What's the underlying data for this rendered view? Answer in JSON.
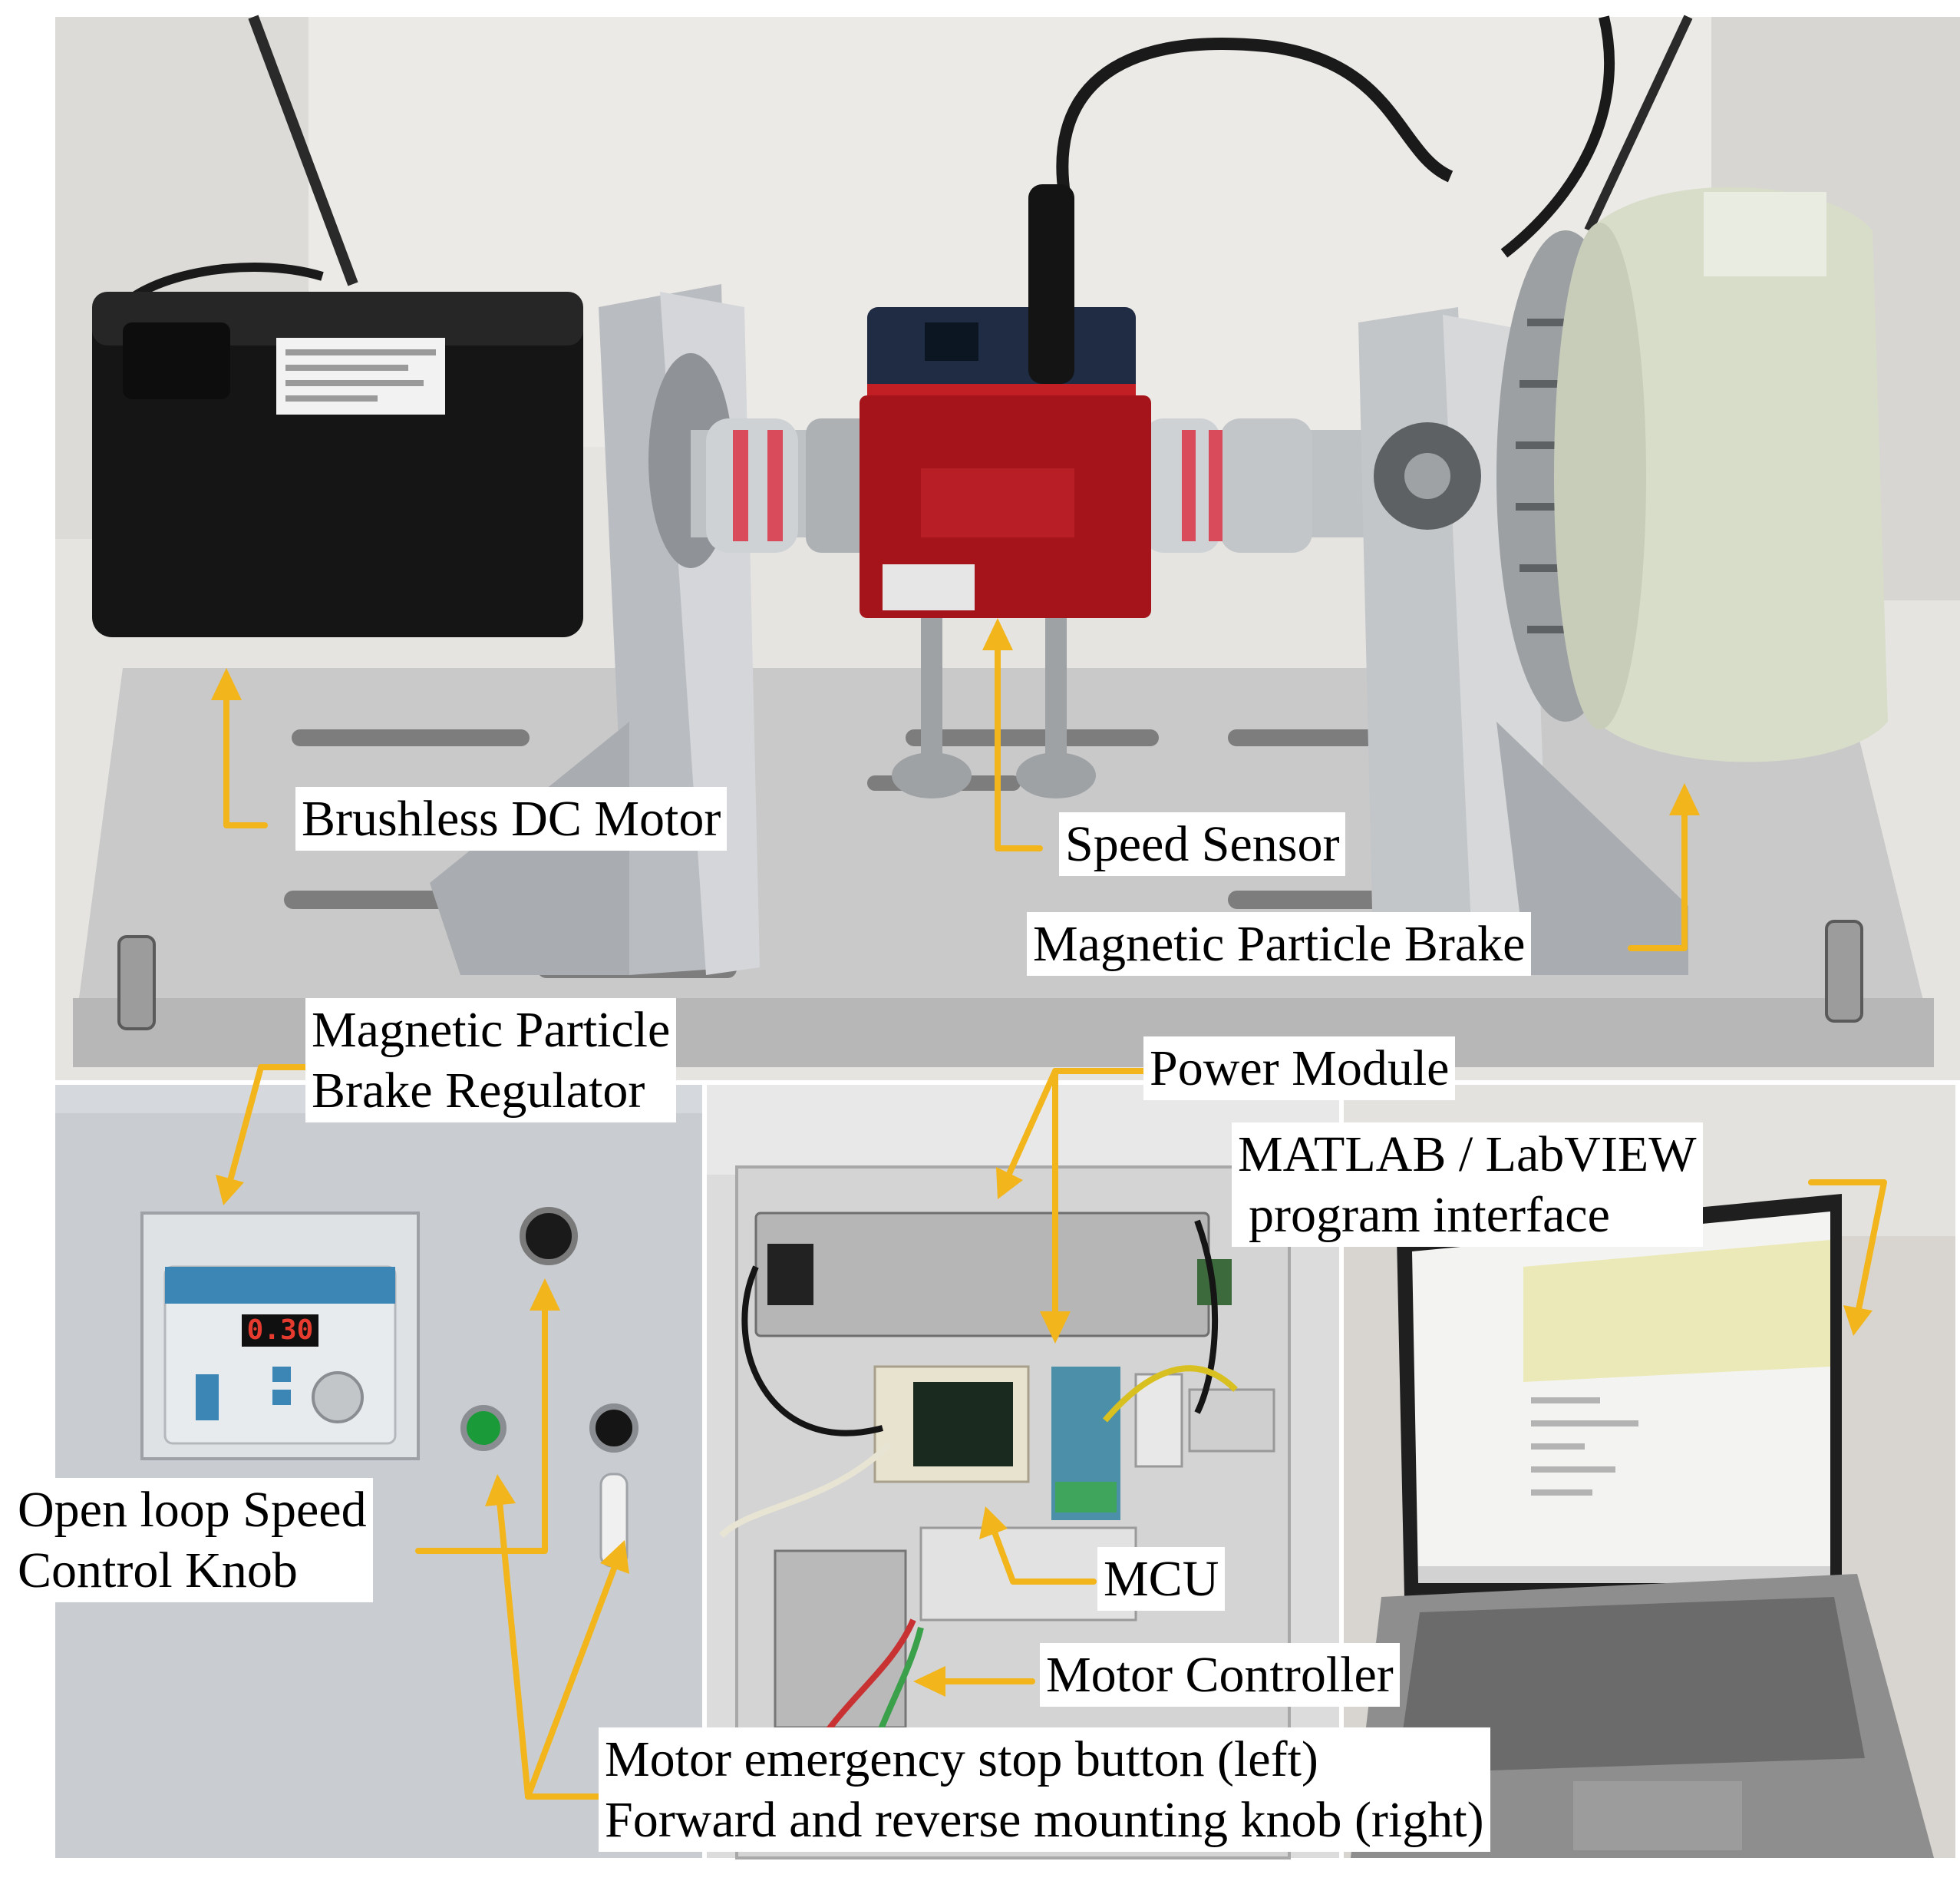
{
  "colors": {
    "arrow": "#f2b51c",
    "label_bg": "#ffffff",
    "text": "#000000",
    "bench_plate": "#c9c9c9",
    "motor_body": "#151515",
    "sensor_red": "#a5141a",
    "brake_body": "#d7ddc9",
    "cabinet_grey": "#c9cdd2"
  },
  "labels": {
    "bldc_motor": "Brushless DC Motor",
    "speed_sensor": "Speed Sensor",
    "mp_brake": "Magnetic Particle Brake",
    "mp_brake_regulator_line1": "Magnetic Particle",
    "mp_brake_regulator_line2": "Brake Regulator",
    "power_module": "Power Module",
    "matlab_line1": "MATLAB / LabVIEW",
    "matlab_line2": "program interface",
    "open_loop_line1": "Open loop Speed",
    "open_loop_line2": "Control Knob",
    "mcu": "MCU",
    "motor_controller": "Motor Controller",
    "estop_line1": "Motor emergency stop button (left)",
    "estop_line2": "Forward and reverse mounting knob (right)"
  },
  "device": {
    "regulator_display": "0.30"
  }
}
